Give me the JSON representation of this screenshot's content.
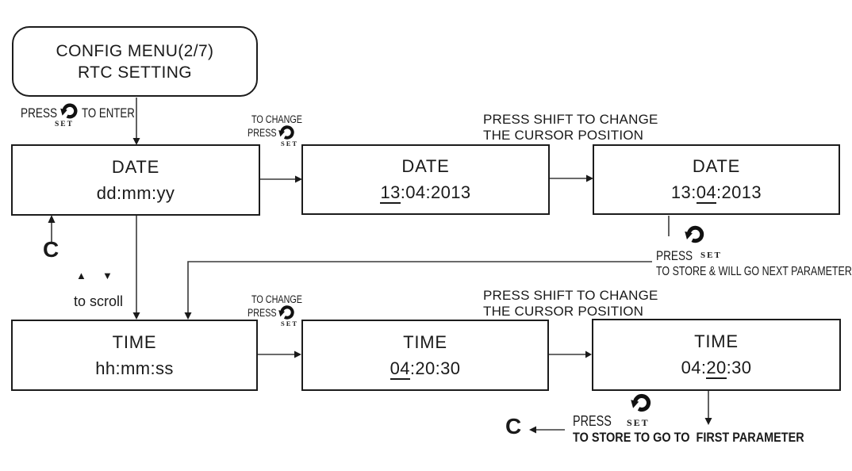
{
  "colors": {
    "ink": "#1a1a1a",
    "background": "#ffffff"
  },
  "start_node": {
    "line1": "CONFIG MENU(2/7)",
    "line2": "RTC SETTING"
  },
  "nodes": {
    "date1": {
      "title": "DATE",
      "value": "dd:mm:yy"
    },
    "date2": {
      "title": "DATE",
      "value_pre": "",
      "value_u": "13",
      "value_post": ":04:2013"
    },
    "date3": {
      "title": "DATE",
      "value_pre": "13:",
      "value_u": "04",
      "value_post": ":2013"
    },
    "time1": {
      "title": "TIME",
      "value": "hh:mm:ss"
    },
    "time2": {
      "title": "TIME",
      "value_pre": "",
      "value_u": "04",
      "value_post": ":20:30"
    },
    "time3": {
      "title": "TIME",
      "value_pre": "04:",
      "value_u": "20",
      "value_post": ":30"
    }
  },
  "labels": {
    "press": "PRESS",
    "set": "SET",
    "to_enter": "TO ENTER",
    "to_change": "TO CHANGE",
    "press_shift_line1": "PRESS SHIFT TO CHANGE",
    "press_shift_line2": "THE CURSOR POSITION",
    "store_next": "TO STORE & WILL GO NEXT PARAMETER",
    "store_first": "TO STORE TO GO TO  FIRST PARAMETER",
    "c": "C",
    "to_scroll": "to scroll",
    "up_triangle": "▲",
    "down_triangle": "▼"
  },
  "icons": {
    "set_rotate": "clockwise-rotate-arrow",
    "scroll_up": "up-triangle",
    "scroll_down": "down-triangle"
  }
}
